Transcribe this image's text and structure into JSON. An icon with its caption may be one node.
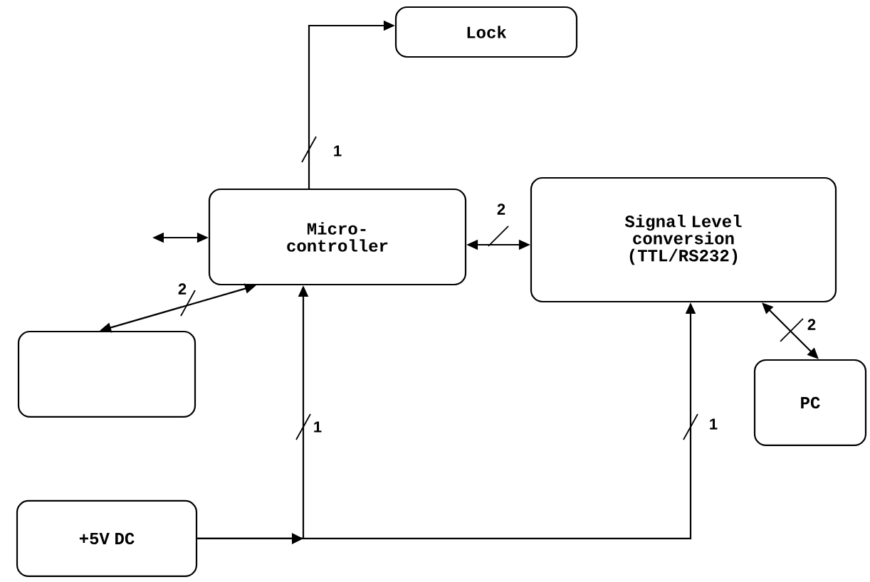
{
  "diagram": {
    "nodes": [
      {
        "text": [
          "Lock"
        ]
      },
      {
        "text": [
          "Micro- controller"
        ]
      },
      {
        "text": [
          "Signal Level conversion (TTL/RS232)"
        ]
      },
      {
        "text": [],
        "shape": "box"
      },
      {
        "text": [
          "PC"
        ]
      },
      {
        "text": [
          "+5V DC"
        ]
      }
    ],
    "edges": [
      {
        "from": 1,
        "to": 0,
        "arrow": "to",
        "label": "1"
      },
      {
        "from": 1,
        "to": 2,
        "arrow": "both",
        "label": "2"
      },
      {
        "from": 1,
        "to": null,
        "arrow": "both"
      },
      {
        "from": 3,
        "to": 1,
        "arrow": "both",
        "label": "2"
      },
      {
        "from": 2,
        "to": 4,
        "arrow": "both",
        "label": "2"
      },
      {
        "from": 5,
        "to": 1,
        "arrow": "to",
        "label": "1"
      },
      {
        "from": 5,
        "to": 2,
        "arrow": "to",
        "label": "1"
      }
    ]
  }
}
